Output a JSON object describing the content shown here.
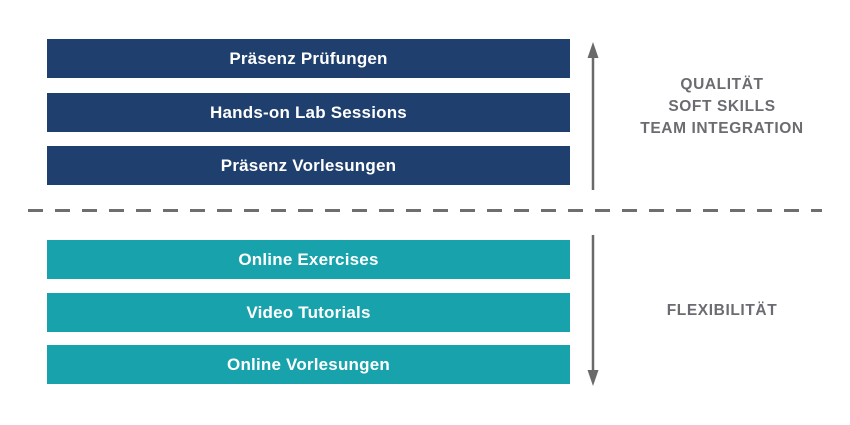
{
  "top_group": {
    "bars": [
      {
        "label": "Präsenz Prüfungen"
      },
      {
        "label": "Hands-on Lab Sessions"
      },
      {
        "label": "Präsenz Vorlesungen"
      }
    ],
    "side_label": {
      "lines": [
        "QUALITÄT",
        "SOFT SKILLS",
        "TEAM INTEGRATION"
      ]
    }
  },
  "bottom_group": {
    "bars": [
      {
        "label": "Online Exercises"
      },
      {
        "label": "Video Tutorials"
      },
      {
        "label": "Online Vorlesungen"
      }
    ],
    "side_label": {
      "lines": [
        "FLEXIBILITÄT"
      ]
    }
  },
  "icons": {
    "up_arrow": "arrow-up",
    "down_arrow": "arrow-down"
  },
  "colors": {
    "presence_bar": "#1F3F6E",
    "online_bar": "#18A3AC",
    "bar_text": "#FFFFFF",
    "side_label_text": "#6B6B71",
    "arrow": "#6A6A6A",
    "dashed_line": "#6E6E6E",
    "background": "#FFFFFF"
  }
}
